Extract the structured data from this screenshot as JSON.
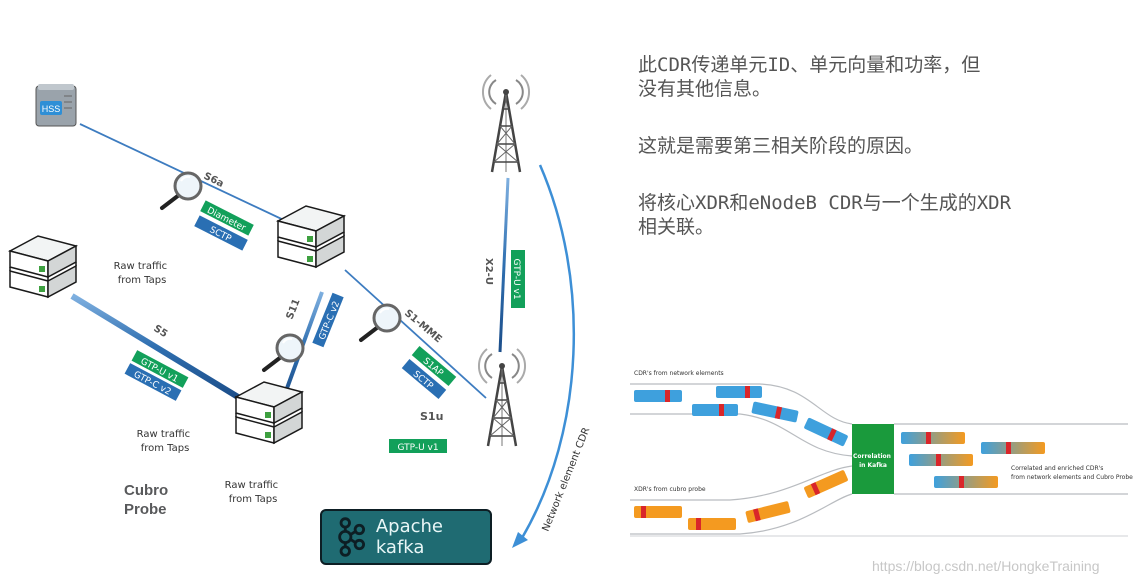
{
  "text_blocks": {
    "para1": "此CDR传递单元ID、单元向量和功率，但\n没有其他信息。",
    "para2": "这就是需要第三相关阶段的原因。",
    "para3": "将核心XDR和eNodeB CDR与一个生成的XDR\n相关联。"
  },
  "network": {
    "hss": "HSS",
    "raw_traffic_line1": "Raw traffic",
    "raw_traffic_line2": "from Taps",
    "cubro_probe": "Cubro\nProbe",
    "interfaces": {
      "s6a": "S6a",
      "s11": "S11",
      "s1mme": "S1-MME",
      "s5": "S5",
      "s1u": "S1u",
      "x2u": "X2-U"
    },
    "tags": {
      "diameter": "Diameter",
      "sctp": "SCTP",
      "gtpc_v2": "GTP-C v2",
      "gtpu_v1": "GTP-U v1",
      "s1ap": "S1AP"
    },
    "network_element_cdr": "Network element CDR",
    "kafka": "Apache kafka"
  },
  "correlation": {
    "cdr_label": "CDR's  from network elements",
    "xdr_label": "XDR's  from cubro probe",
    "box_line1": "Correlation",
    "box_line2": "in Kafka",
    "output_line1": "Correlated and enriched CDR's",
    "output_line2": "from network elements  and Cubro Probe"
  },
  "watermark": "https://blog.csdn.net/HongkeTraining",
  "colors": {
    "line_blue": "#2f73b8",
    "tag_green": "#12a05a",
    "tag_blue": "#2a6fb3",
    "kafka_teal": "#1f6b72",
    "corr_green": "#1a9a3c",
    "pill_blue": "#3ea0dd",
    "pill_orange": "#f49a20",
    "pill_red": "#d9262a"
  }
}
